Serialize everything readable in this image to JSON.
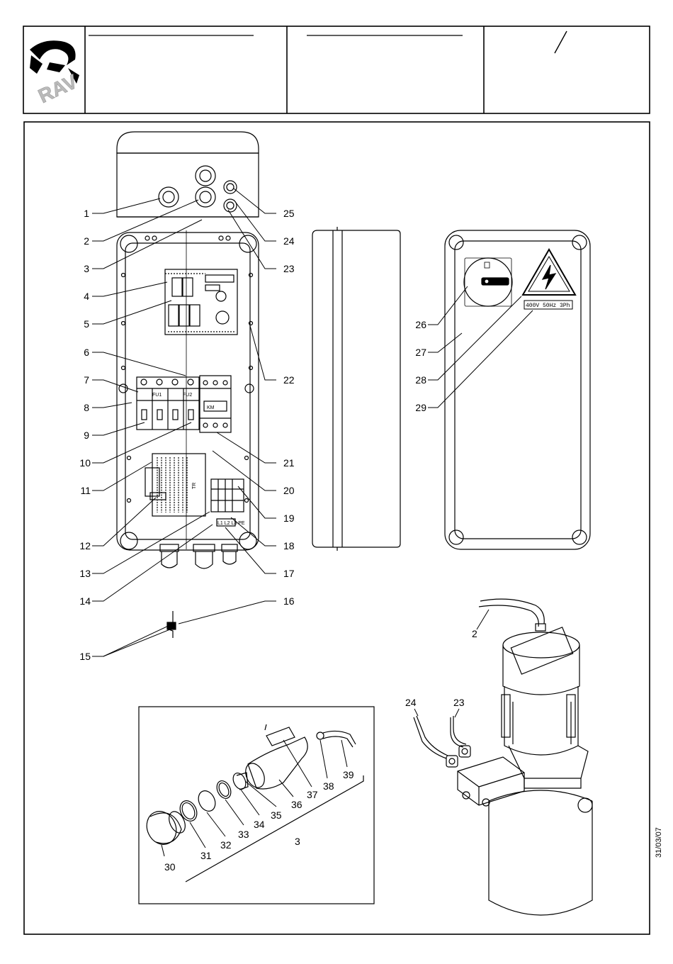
{
  "header": {
    "logo": "RAV",
    "slash": "/"
  },
  "date_stamp": "31/03/07",
  "plate": {
    "supply": "400V 50Hz 3Ph",
    "fuse1": "FU1",
    "fuse2": "FU2",
    "contactor": "KM",
    "transformer": "TR",
    "terminals": "L1 L2 L3 PE"
  },
  "parts": {
    "p1": "1",
    "p2": "2",
    "p3": "3",
    "p4": "4",
    "p5": "5",
    "p6": "6",
    "p7": "7",
    "p8": "8",
    "p9": "9",
    "p10": "10",
    "p11": "11",
    "p12": "12",
    "p13": "13",
    "p14": "14",
    "p15": "15",
    "p16": "16",
    "p17": "17",
    "p18": "18",
    "p19": "19",
    "p20": "20",
    "p21": "21",
    "p22": "22",
    "p23": "23",
    "p24": "24",
    "p25": "25",
    "p26": "26",
    "p27": "27",
    "p28": "28",
    "p29": "29",
    "p30": "30",
    "p31": "31",
    "p32": "32",
    "p33": "33",
    "p34": "34",
    "p35": "35",
    "p36": "36",
    "p37": "37",
    "p38": "38",
    "p39": "39"
  },
  "motor_labels": {
    "m2": "2",
    "m23": "23",
    "m24": "24"
  },
  "detail_label": "3"
}
